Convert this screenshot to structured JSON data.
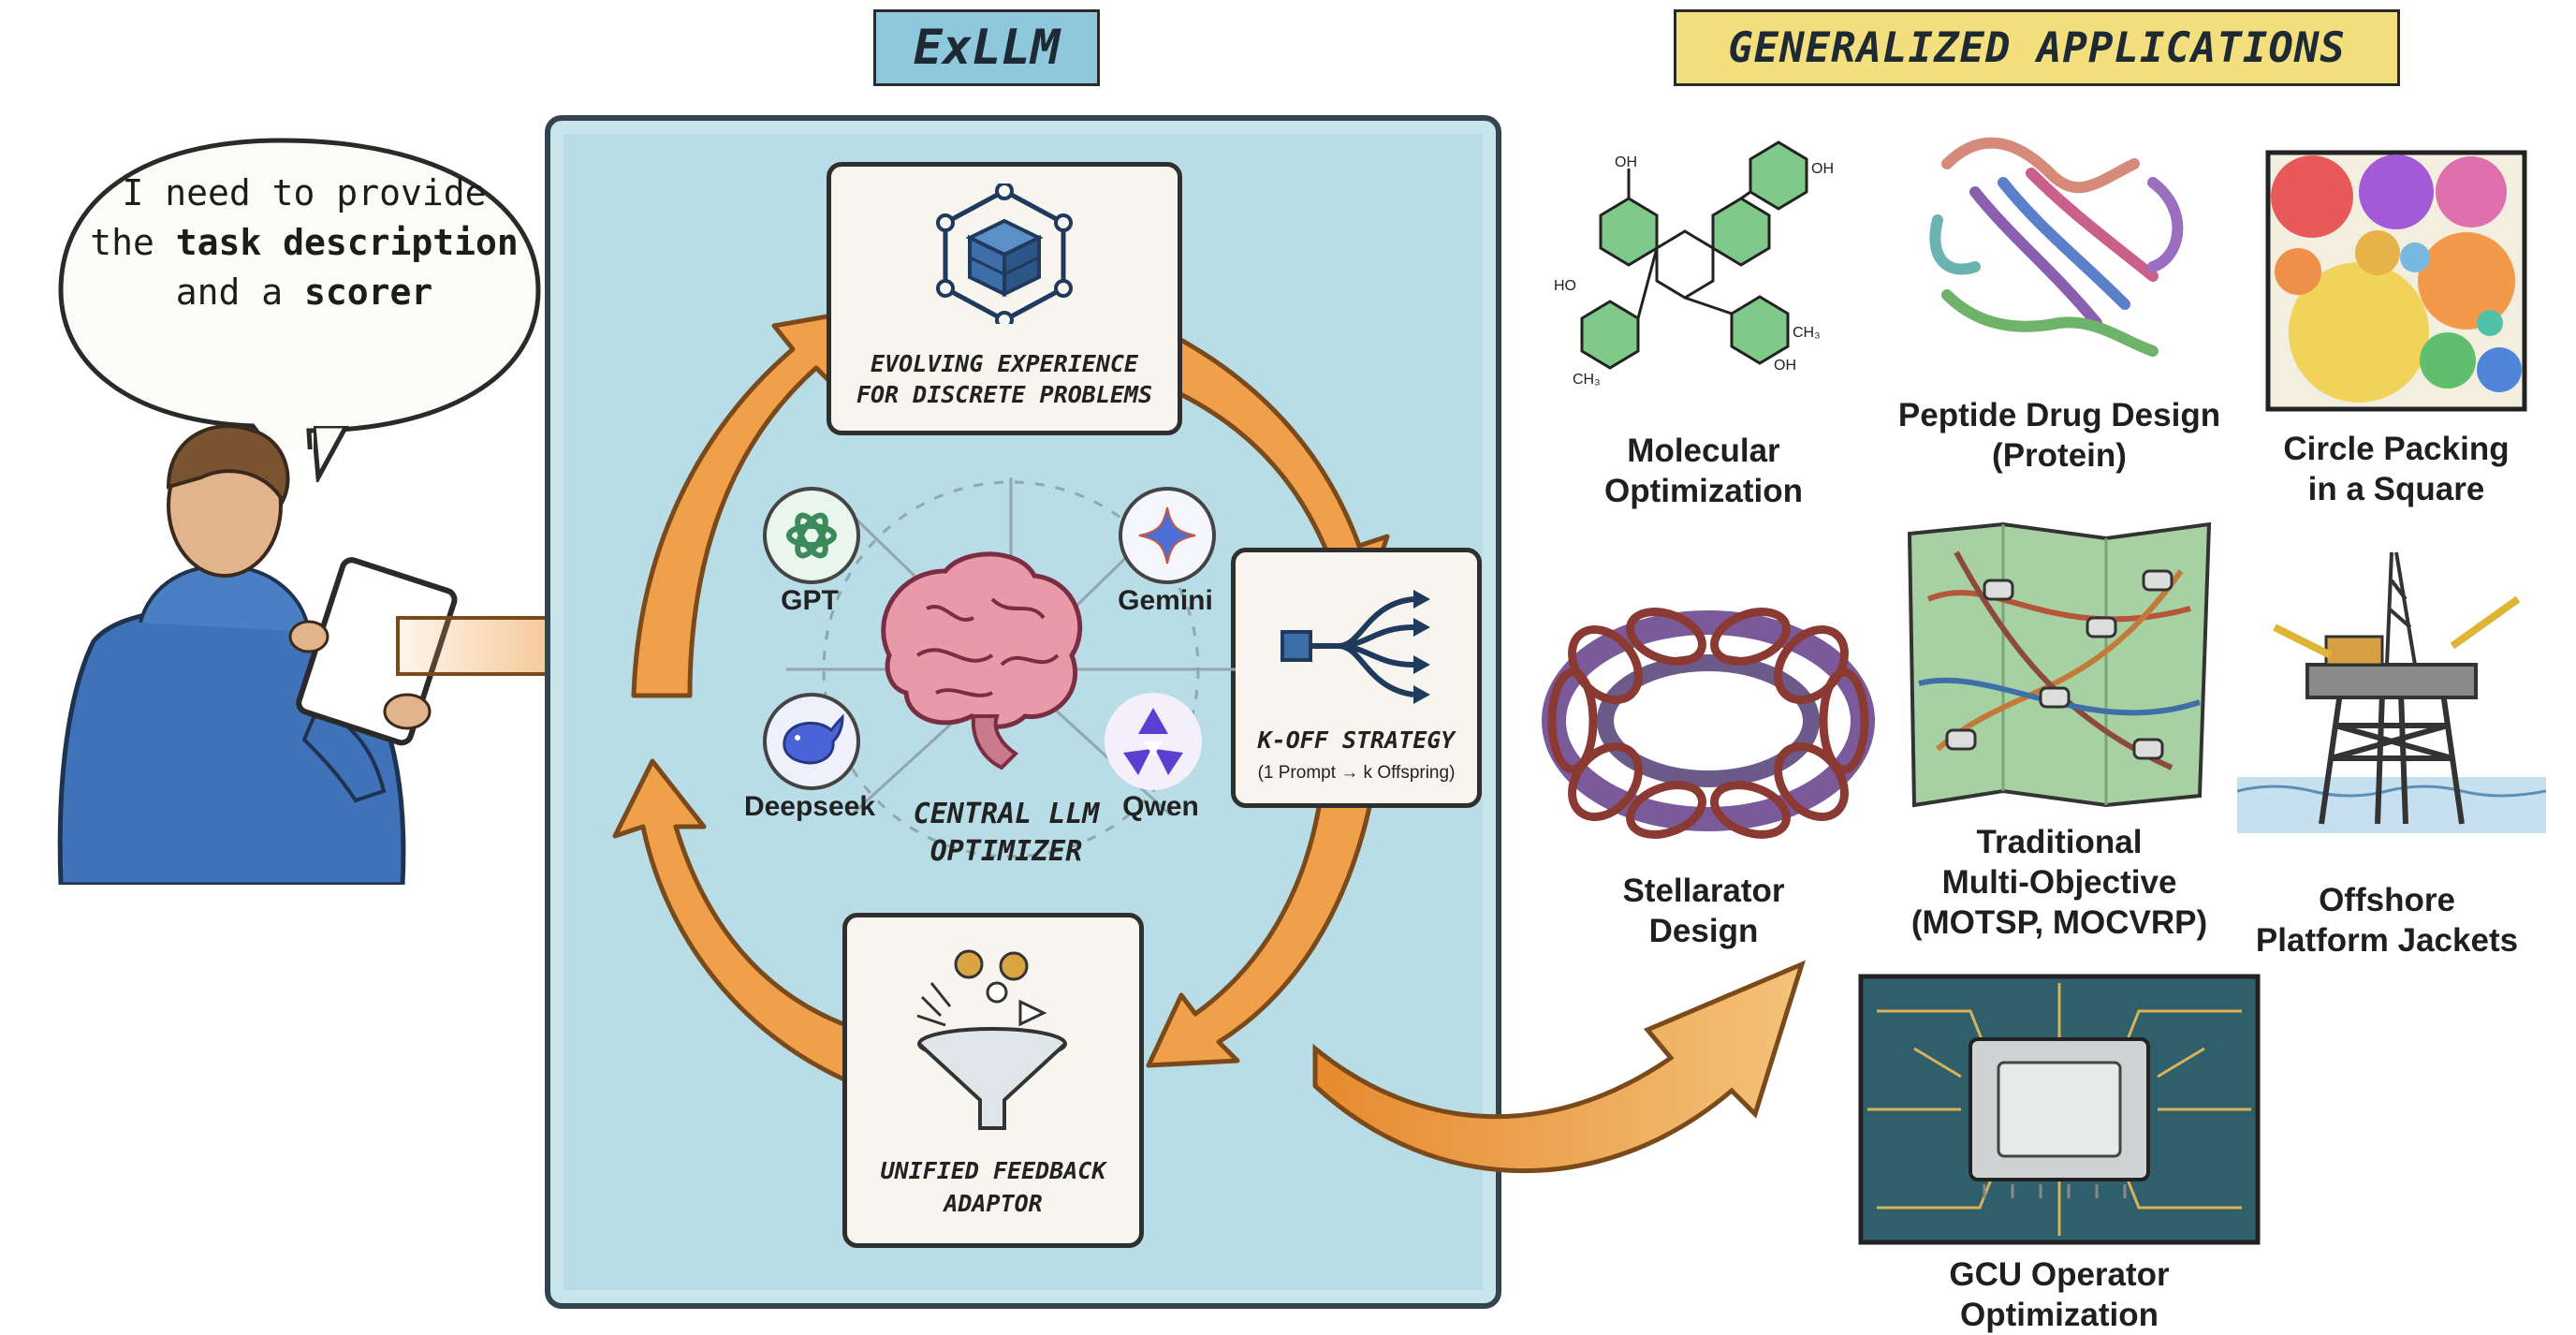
{
  "headers": {
    "left_tag": "ExLLM",
    "right_tag": "GENERALIZED APPLICATIONS"
  },
  "user": {
    "speech_line1": "I need to provide",
    "speech_line2_pre": "the ",
    "speech_line2_bold": "task description",
    "speech_line3_pre": "and a ",
    "speech_line3_bold": "scorer"
  },
  "pipeline": {
    "top_card": {
      "line1": "EVOLVING EXPERIENCE",
      "line2": "FOR DISCRETE PROBLEMS",
      "icon": "cube-network-icon"
    },
    "right_card": {
      "line1": "K-OFF STRATEGY",
      "line2": "(1 Prompt → k Offspring)",
      "icon": "branching-arrows-icon"
    },
    "bottom_card": {
      "line1": "UNIFIED FEEDBACK",
      "line2": "ADAPTOR",
      "icon": "funnel-icon"
    },
    "center": {
      "line1": "CENTRAL LLM",
      "line2": "OPTIMIZER",
      "icon": "brain-icon"
    },
    "llms": [
      {
        "name": "GPT",
        "icon": "openai-icon",
        "color": "#59a87a"
      },
      {
        "name": "Gemini",
        "icon": "gemini-star-icon",
        "color": "#4b6fd6"
      },
      {
        "name": "Deepseek",
        "icon": "deepseek-whale-icon",
        "color": "#4a63d8"
      },
      {
        "name": "Qwen",
        "icon": "qwen-icon",
        "color": "#5b3fd1"
      }
    ],
    "arrow_color": "#f0a04a"
  },
  "applications": [
    {
      "line1": "Molecular",
      "line2": "Optimization",
      "icon": "molecule-icon"
    },
    {
      "line1": "Peptide Drug Design",
      "line2": "(Protein)",
      "icon": "protein-icon"
    },
    {
      "line1": "Circle Packing",
      "line2": "in a Square",
      "icon": "circle-packing-icon"
    },
    {
      "line1": "Stellarator",
      "line2": "Design",
      "icon": "stellarator-icon"
    },
    {
      "line1": "Traditional",
      "line2": "Multi-Objective",
      "line3": "(MOTSP, MOCVRP)",
      "icon": "route-map-icon"
    },
    {
      "line1": "Offshore",
      "line2": "Platform Jackets",
      "icon": "offshore-platform-icon"
    },
    {
      "line1": "GCU Operator",
      "line2": "Optimization",
      "icon": "chip-icon"
    }
  ]
}
